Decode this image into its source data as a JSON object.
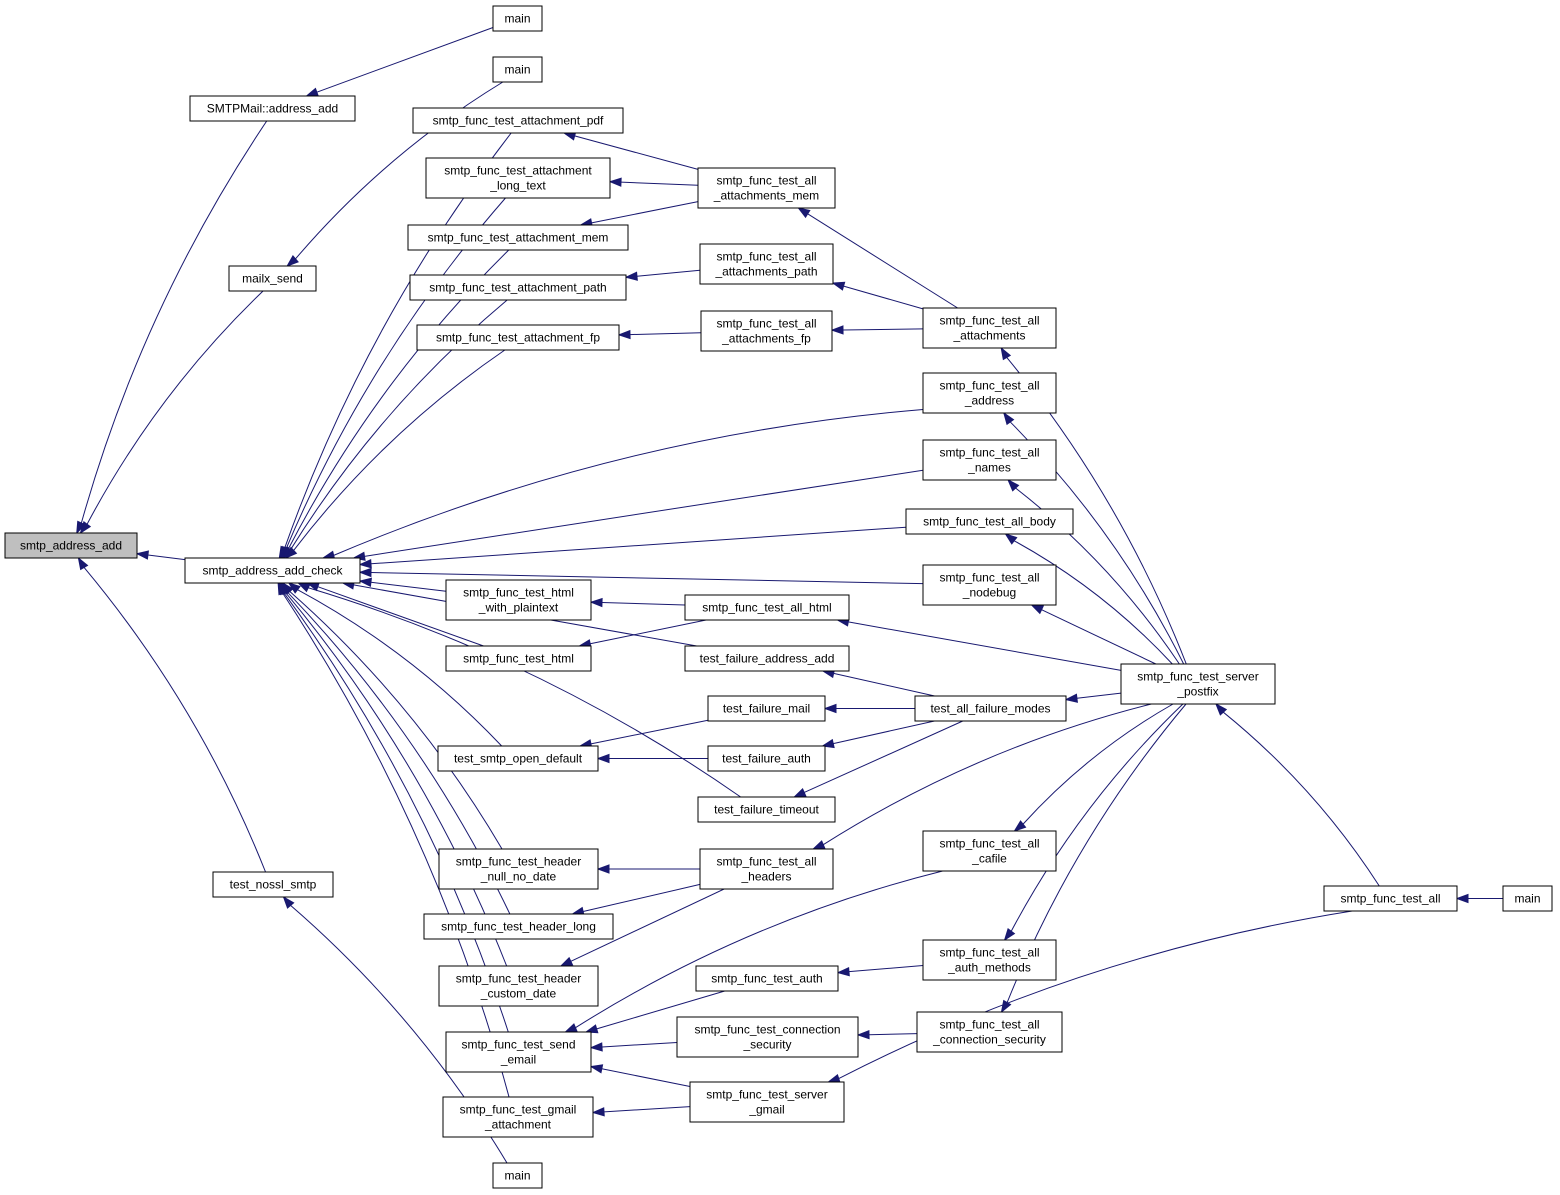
{
  "diagram": {
    "type": "call-graph",
    "highlighted_node": "smtp_address_add",
    "colors": {
      "edge": "#191970",
      "root_fill": "#bfbfbf",
      "node_fill": "#ffffff",
      "node_border": "#000000"
    },
    "nodes": [
      {
        "id": "root",
        "lines": [
          "smtp_address_add"
        ]
      },
      {
        "id": "sam_address_add",
        "lines": [
          "SMTPMail::address_add"
        ]
      },
      {
        "id": "mailx_send",
        "lines": [
          "mailx_send"
        ]
      },
      {
        "id": "test_nossl_smtp",
        "lines": [
          "test_nossl_smtp"
        ]
      },
      {
        "id": "add_check",
        "lines": [
          "smtp_address_add_check"
        ]
      },
      {
        "id": "main1",
        "lines": [
          "main"
        ]
      },
      {
        "id": "main2",
        "lines": [
          "main"
        ]
      },
      {
        "id": "main3",
        "lines": [
          "main"
        ]
      },
      {
        "id": "att_pdf",
        "lines": [
          "smtp_func_test_attachment_pdf"
        ]
      },
      {
        "id": "att_long",
        "lines": [
          "smtp_func_test_attachment",
          "_long_text"
        ]
      },
      {
        "id": "att_mem",
        "lines": [
          "smtp_func_test_attachment_mem"
        ]
      },
      {
        "id": "att_path",
        "lines": [
          "smtp_func_test_attachment_path"
        ]
      },
      {
        "id": "att_fp",
        "lines": [
          "smtp_func_test_attachment_fp"
        ]
      },
      {
        "id": "html_plain",
        "lines": [
          "smtp_func_test_html",
          "_with_plaintext"
        ]
      },
      {
        "id": "html",
        "lines": [
          "smtp_func_test_html"
        ]
      },
      {
        "id": "open_default",
        "lines": [
          "test_smtp_open_default"
        ]
      },
      {
        "id": "hdr_null",
        "lines": [
          "smtp_func_test_header",
          "_null_no_date"
        ]
      },
      {
        "id": "hdr_long",
        "lines": [
          "smtp_func_test_header_long"
        ]
      },
      {
        "id": "hdr_custom",
        "lines": [
          "smtp_func_test_header",
          "_custom_date"
        ]
      },
      {
        "id": "send_email",
        "lines": [
          "smtp_func_test_send",
          "_email"
        ]
      },
      {
        "id": "gmail_att",
        "lines": [
          "smtp_func_test_gmail",
          "_attachment"
        ]
      },
      {
        "id": "all_att_mem",
        "lines": [
          "smtp_func_test_all",
          "_attachments_mem"
        ]
      },
      {
        "id": "all_att_path",
        "lines": [
          "smtp_func_test_all",
          "_attachments_path"
        ]
      },
      {
        "id": "all_att_fp",
        "lines": [
          "smtp_func_test_all",
          "_attachments_fp"
        ]
      },
      {
        "id": "all_html",
        "lines": [
          "smtp_func_test_all_html"
        ]
      },
      {
        "id": "fail_addr",
        "lines": [
          "test_failure_address_add"
        ]
      },
      {
        "id": "fail_mail",
        "lines": [
          "test_failure_mail"
        ]
      },
      {
        "id": "fail_auth",
        "lines": [
          "test_failure_auth"
        ]
      },
      {
        "id": "fail_timeout",
        "lines": [
          "test_failure_timeout"
        ]
      },
      {
        "id": "all_headers",
        "lines": [
          "smtp_func_test_all",
          "_headers"
        ]
      },
      {
        "id": "test_auth",
        "lines": [
          "smtp_func_test_auth"
        ]
      },
      {
        "id": "conn_sec",
        "lines": [
          "smtp_func_test_connection",
          "_security"
        ]
      },
      {
        "id": "server_gmail",
        "lines": [
          "smtp_func_test_server",
          "_gmail"
        ]
      },
      {
        "id": "all_attachments",
        "lines": [
          "smtp_func_test_all",
          "_attachments"
        ]
      },
      {
        "id": "all_address",
        "lines": [
          "smtp_func_test_all",
          "_address"
        ]
      },
      {
        "id": "all_names",
        "lines": [
          "smtp_func_test_all",
          "_names"
        ]
      },
      {
        "id": "all_body",
        "lines": [
          "smtp_func_test_all_body"
        ]
      },
      {
        "id": "all_nodebug",
        "lines": [
          "smtp_func_test_all",
          "_nodebug"
        ]
      },
      {
        "id": "all_fail_modes",
        "lines": [
          "test_all_failure_modes"
        ]
      },
      {
        "id": "all_cafile",
        "lines": [
          "smtp_func_test_all",
          "_cafile"
        ]
      },
      {
        "id": "all_auth_methods",
        "lines": [
          "smtp_func_test_all",
          "_auth_methods"
        ]
      },
      {
        "id": "all_conn_sec",
        "lines": [
          "smtp_func_test_all",
          "_connection_security"
        ]
      },
      {
        "id": "server_postfix",
        "lines": [
          "smtp_func_test_server",
          "_postfix"
        ]
      },
      {
        "id": "test_all",
        "lines": [
          "smtp_func_test_all"
        ]
      },
      {
        "id": "main4",
        "lines": [
          "main"
        ]
      }
    ],
    "edges": [
      {
        "from": "sam_address_add",
        "to": "root"
      },
      {
        "from": "mailx_send",
        "to": "root"
      },
      {
        "from": "test_nossl_smtp",
        "to": "root"
      },
      {
        "from": "add_check",
        "to": "root"
      },
      {
        "from": "main1",
        "to": "sam_address_add"
      },
      {
        "from": "main2",
        "to": "mailx_send"
      },
      {
        "from": "main3",
        "to": "test_nossl_smtp"
      },
      {
        "from": "att_pdf",
        "to": "add_check"
      },
      {
        "from": "att_long",
        "to": "add_check"
      },
      {
        "from": "att_mem",
        "to": "add_check"
      },
      {
        "from": "att_path",
        "to": "add_check"
      },
      {
        "from": "att_fp",
        "to": "add_check"
      },
      {
        "from": "all_address",
        "to": "add_check"
      },
      {
        "from": "all_names",
        "to": "add_check"
      },
      {
        "from": "all_body",
        "to": "add_check"
      },
      {
        "from": "all_nodebug",
        "to": "add_check"
      },
      {
        "from": "html_plain",
        "to": "add_check"
      },
      {
        "from": "html",
        "to": "add_check"
      },
      {
        "from": "fail_addr",
        "to": "add_check"
      },
      {
        "from": "open_default",
        "to": "add_check"
      },
      {
        "from": "fail_timeout",
        "to": "add_check"
      },
      {
        "from": "hdr_null",
        "to": "add_check"
      },
      {
        "from": "hdr_long",
        "to": "add_check"
      },
      {
        "from": "hdr_custom",
        "to": "add_check"
      },
      {
        "from": "send_email",
        "to": "add_check"
      },
      {
        "from": "gmail_att",
        "to": "add_check"
      },
      {
        "from": "all_att_mem",
        "to": "att_pdf"
      },
      {
        "from": "all_att_mem",
        "to": "att_long"
      },
      {
        "from": "all_att_mem",
        "to": "att_mem"
      },
      {
        "from": "all_att_path",
        "to": "att_path"
      },
      {
        "from": "all_att_fp",
        "to": "att_fp"
      },
      {
        "from": "all_html",
        "to": "html_plain"
      },
      {
        "from": "all_html",
        "to": "html"
      },
      {
        "from": "fail_mail",
        "to": "open_default"
      },
      {
        "from": "fail_auth",
        "to": "open_default"
      },
      {
        "from": "all_headers",
        "to": "hdr_null"
      },
      {
        "from": "all_headers",
        "to": "hdr_long"
      },
      {
        "from": "all_headers",
        "to": "hdr_custom"
      },
      {
        "from": "test_auth",
        "to": "send_email"
      },
      {
        "from": "conn_sec",
        "to": "send_email"
      },
      {
        "from": "server_gmail",
        "to": "send_email"
      },
      {
        "from": "all_cafile",
        "to": "send_email"
      },
      {
        "from": "server_gmail",
        "to": "gmail_att"
      },
      {
        "from": "all_attachments",
        "to": "all_att_mem"
      },
      {
        "from": "all_attachments",
        "to": "all_att_path"
      },
      {
        "from": "all_attachments",
        "to": "all_att_fp"
      },
      {
        "from": "all_fail_modes",
        "to": "fail_addr"
      },
      {
        "from": "all_fail_modes",
        "to": "fail_mail"
      },
      {
        "from": "all_fail_modes",
        "to": "fail_auth"
      },
      {
        "from": "all_fail_modes",
        "to": "fail_timeout"
      },
      {
        "from": "all_auth_methods",
        "to": "test_auth"
      },
      {
        "from": "all_conn_sec",
        "to": "conn_sec"
      },
      {
        "from": "server_postfix",
        "to": "all_attachments"
      },
      {
        "from": "server_postfix",
        "to": "all_address"
      },
      {
        "from": "server_postfix",
        "to": "all_names"
      },
      {
        "from": "server_postfix",
        "to": "all_body"
      },
      {
        "from": "server_postfix",
        "to": "all_nodebug"
      },
      {
        "from": "server_postfix",
        "to": "all_html"
      },
      {
        "from": "server_postfix",
        "to": "all_fail_modes"
      },
      {
        "from": "server_postfix",
        "to": "all_headers"
      },
      {
        "from": "server_postfix",
        "to": "all_cafile"
      },
      {
        "from": "server_postfix",
        "to": "all_auth_methods"
      },
      {
        "from": "server_postfix",
        "to": "all_conn_sec"
      },
      {
        "from": "test_all",
        "to": "server_postfix"
      },
      {
        "from": "test_all",
        "to": "server_gmail"
      },
      {
        "from": "main4",
        "to": "test_all"
      }
    ]
  }
}
